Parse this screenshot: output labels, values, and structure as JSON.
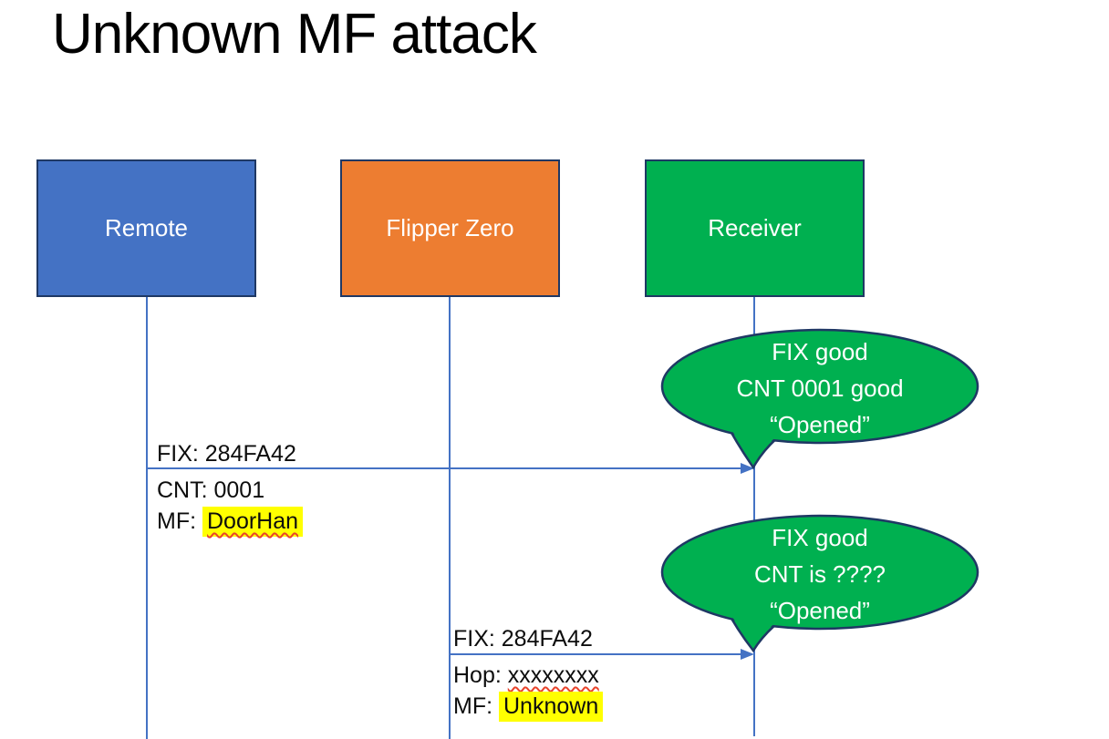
{
  "title": "Unknown MF attack",
  "actors": {
    "remote": {
      "label": "Remote",
      "fill": "#4472C4"
    },
    "flipper": {
      "label": "Flipper Zero",
      "fill": "#ED7D31"
    },
    "receiver": {
      "label": "Receiver",
      "fill": "#00B050"
    }
  },
  "message1": {
    "above": "FIX: 284FA42",
    "below1": "CNT: 0001",
    "below2_prefix": "MF: ",
    "below2_highlight": "DoorHan"
  },
  "message2": {
    "above": "FIX: 284FA42",
    "below1_prefix": "Hop: ",
    "below1_flagged": "xxxxxxxx",
    "below2_prefix": "MF: ",
    "below2_highlight": "Unknown"
  },
  "bubble1": {
    "lines": [
      "FIX good",
      "CNT 0001 good",
      "“Opened”"
    ]
  },
  "bubble2": {
    "lines": [
      "FIX good",
      "CNT is ????",
      "“Opened”"
    ]
  },
  "colors": {
    "remote_fill": "#4472C4",
    "flipper_fill": "#ED7D31",
    "receiver_fill": "#00B050",
    "bubble_fill": "#00B050",
    "shape_border": "#1F3864",
    "connector_blue": "#4472C4",
    "highlight_yellow": "#FFFF00",
    "spellcheck_red": "#E8442C",
    "box_text": "#FFFFFF",
    "label_text": "#000000"
  }
}
